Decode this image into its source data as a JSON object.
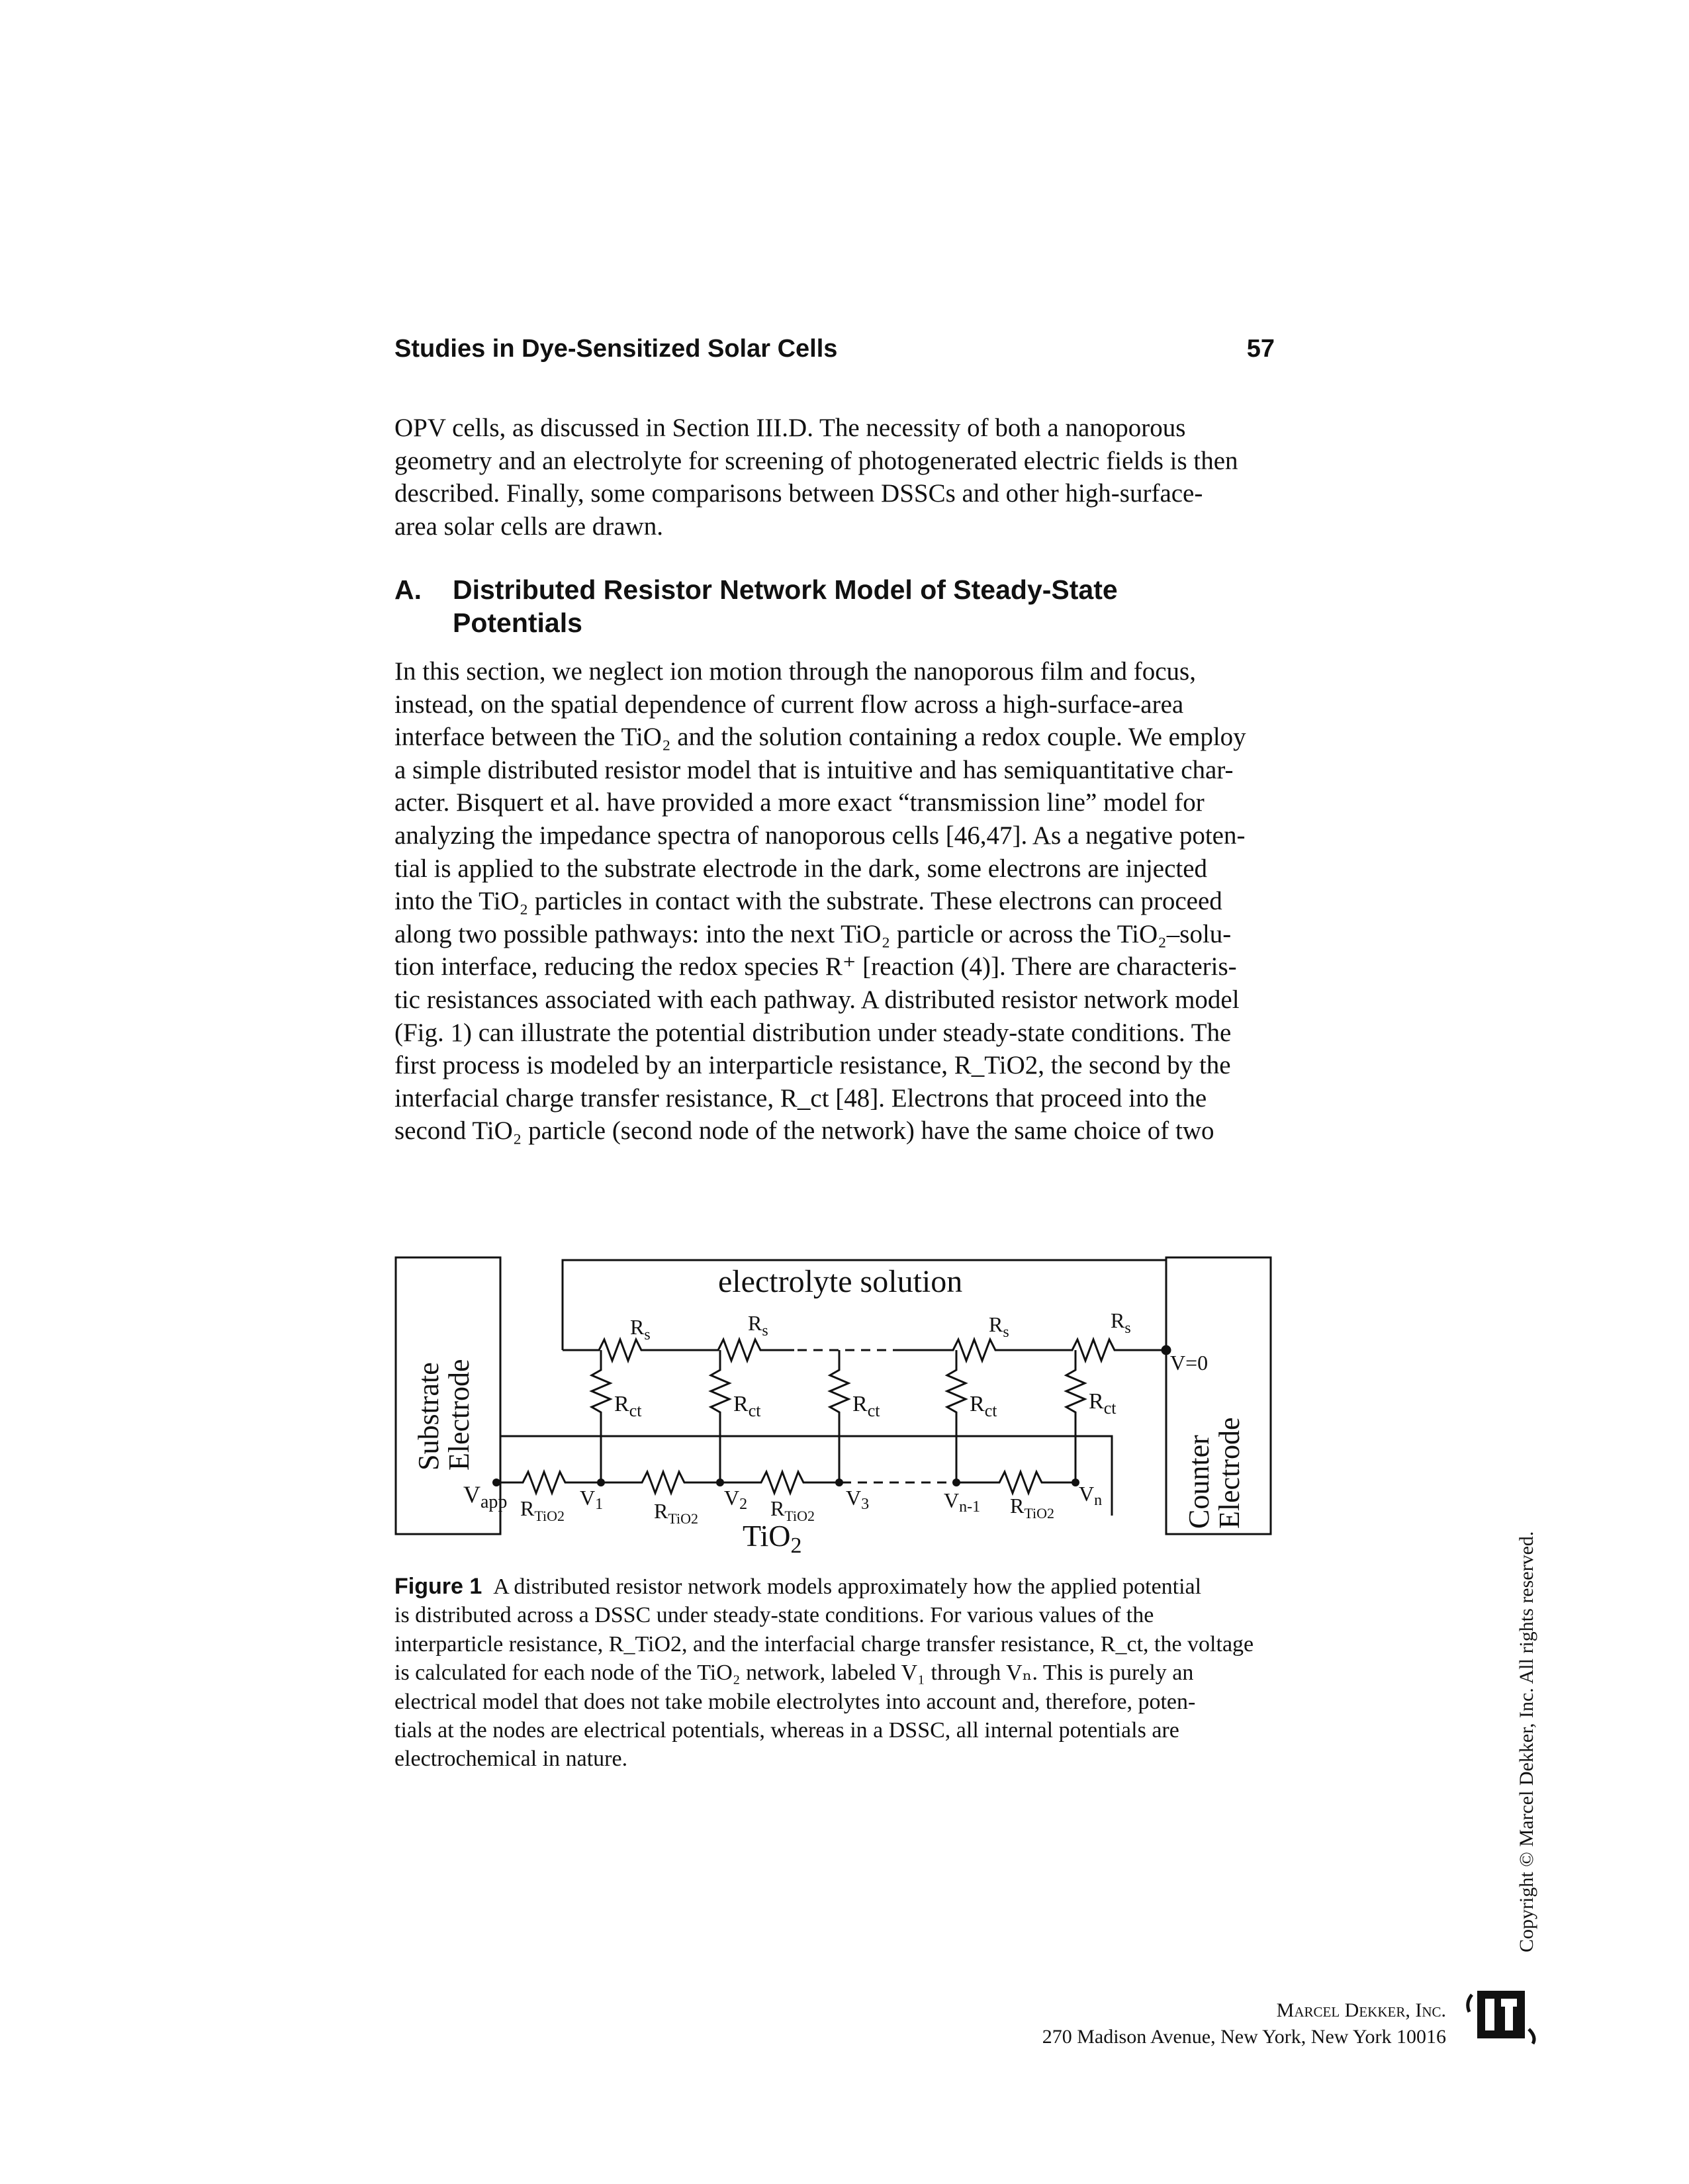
{
  "running_head": {
    "title": "Studies in Dye-Sensitized Solar Cells",
    "page_number": "57"
  },
  "paragraph_1": [
    "OPV cells, as discussed in Section III.D. The necessity of both a nanoporous",
    "geometry and an electrolyte for screening of photogenerated electric fields is then",
    "described. Finally, some comparisons between DSSCs and other high-surface-",
    "area solar cells are drawn."
  ],
  "section_heading": {
    "letter": "A.",
    "line1": "Distributed Resistor Network Model of Steady-State",
    "line2": "Potentials"
  },
  "paragraph_2": [
    "In this section, we neglect ion motion through the nanoporous film and focus,",
    "instead, on the spatial dependence of current flow across a high-surface-area",
    "interface between the TiO₂ and the solution containing a redox couple. We employ",
    "a simple distributed resistor model that is intuitive and has semiquantitative char-",
    "acter. Bisquert et al. have provided a more exact “transmission line” model for",
    "analyzing the impedance spectra of nanoporous cells [46,47]. As a negative poten-",
    "tial is applied to the substrate electrode in the dark, some electrons are injected",
    "into the TiO₂ particles in contact with the substrate. These electrons can proceed",
    "along two possible pathways: into the next TiO₂ particle or across the TiO₂–solu-",
    "tion interface, reducing the redox species R⁺ [reaction (4)]. There are characteris-",
    "tic resistances associated with each pathway. A distributed resistor network model",
    "(Fig. 1) can illustrate the potential distribution under steady-state conditions. The",
    "first process is modeled by an interparticle resistance, R_TiO2, the second by the",
    "interfacial charge transfer resistance, R_ct [48]. Electrons that proceed into the",
    "second TiO₂ particle (second node of the network) have the same choice of two"
  ],
  "figure": {
    "substrate_label_1": "Substrate",
    "substrate_label_2": "Electrode",
    "electrolyte_label": "electrolyte solution",
    "rs_label": "R",
    "rs_sub": "s",
    "rct_label": "R",
    "rct_sub": "ct",
    "v_zero": "V=0",
    "counter_label_1": "Counter",
    "counter_label_2": "Electrode",
    "vapp_label": "V",
    "vapp_sub": "app",
    "rtio2_label": "R",
    "rtio2_sub": "TiO2",
    "v1": "V",
    "v1_sub": "1",
    "v2": "V",
    "v2_sub": "2",
    "v3": "V",
    "v3_sub": "3",
    "vn1": "V",
    "vn1_sub": "n-1",
    "vn": "V",
    "vn_sub": "n",
    "tio2_label": "TiO",
    "tio2_sub": "2"
  },
  "caption": {
    "label": "Figure 1",
    "lines": [
      "A distributed resistor network models approximately how the applied potential",
      "is distributed across a DSSC under steady-state conditions. For various values of the",
      "interparticle resistance, R_TiO2, and the interfacial charge transfer resistance, R_ct, the voltage",
      "is calculated for each node of the TiO₂ network, labeled V₁ through Vₙ. This is purely an",
      "electrical model that does not take mobile electrolytes into account and, therefore, poten-",
      "tials at the nodes are electrical potentials, whereas in a DSSC, all internal potentials are",
      "electrochemical in nature."
    ]
  },
  "copyright": "Copyright © Marcel Dekker, Inc. All rights reserved.",
  "publisher": {
    "name": "Marcel Dekker, Inc.",
    "address": "270 Madison Avenue, New York, New York 10016"
  },
  "logo": {
    "name": "publisher-logo",
    "color": "#111111"
  }
}
